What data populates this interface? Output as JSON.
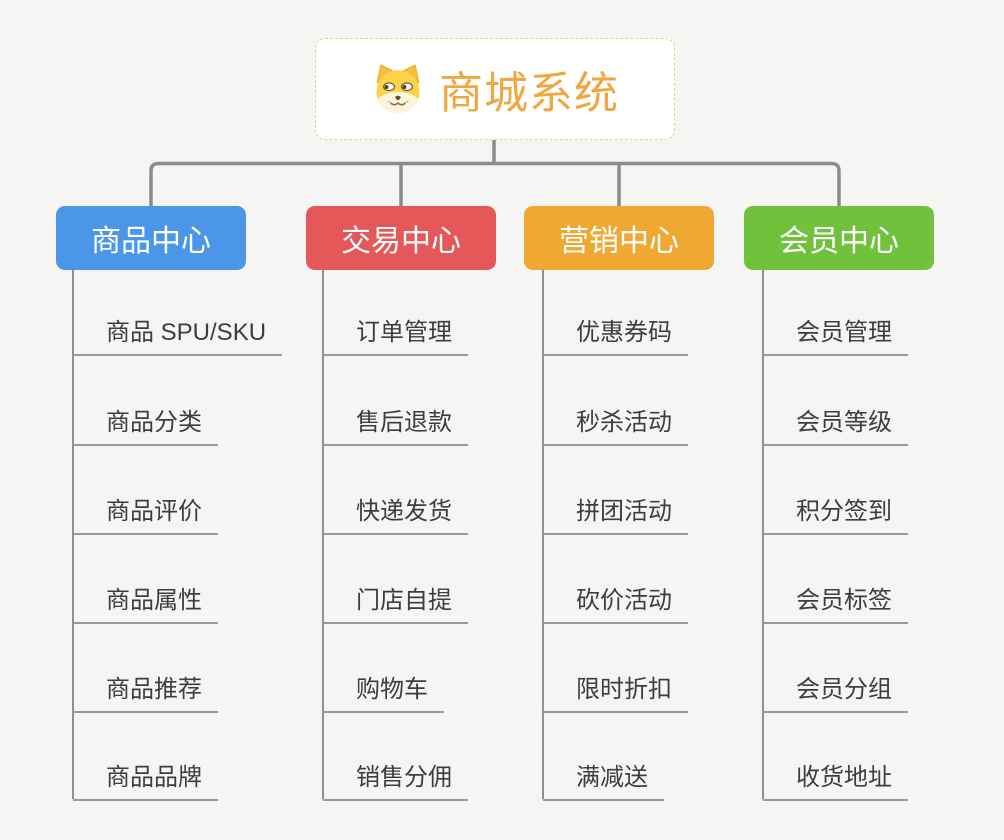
{
  "root": {
    "title": "商城系统",
    "icon": "doge-icon",
    "text_color": "#f1a63f",
    "border_color": "#f7c87d",
    "background": "#ffffff"
  },
  "connector_color": "#8c8c8c",
  "underline_color": "#999999",
  "canvas_background": "#f5f5f4",
  "branches": [
    {
      "label": "商品中心",
      "color": "#4c96e8",
      "items": [
        "商品 SPU/SKU",
        "商品分类",
        "商品评价",
        "商品属性",
        "商品推荐",
        "商品品牌"
      ]
    },
    {
      "label": "交易中心",
      "color": "#e4585a",
      "items": [
        "订单管理",
        "售后退款",
        "快递发货",
        "门店自提",
        "购物车",
        "销售分佣"
      ]
    },
    {
      "label": "营销中心",
      "color": "#efa933",
      "items": [
        "优惠券码",
        "秒杀活动",
        "拼团活动",
        "砍价活动",
        "限时折扣",
        "满减送"
      ]
    },
    {
      "label": "会员中心",
      "color": "#71c13d",
      "items": [
        "会员管理",
        "会员等级",
        "积分签到",
        "会员标签",
        "会员分组",
        "收货地址"
      ]
    }
  ]
}
